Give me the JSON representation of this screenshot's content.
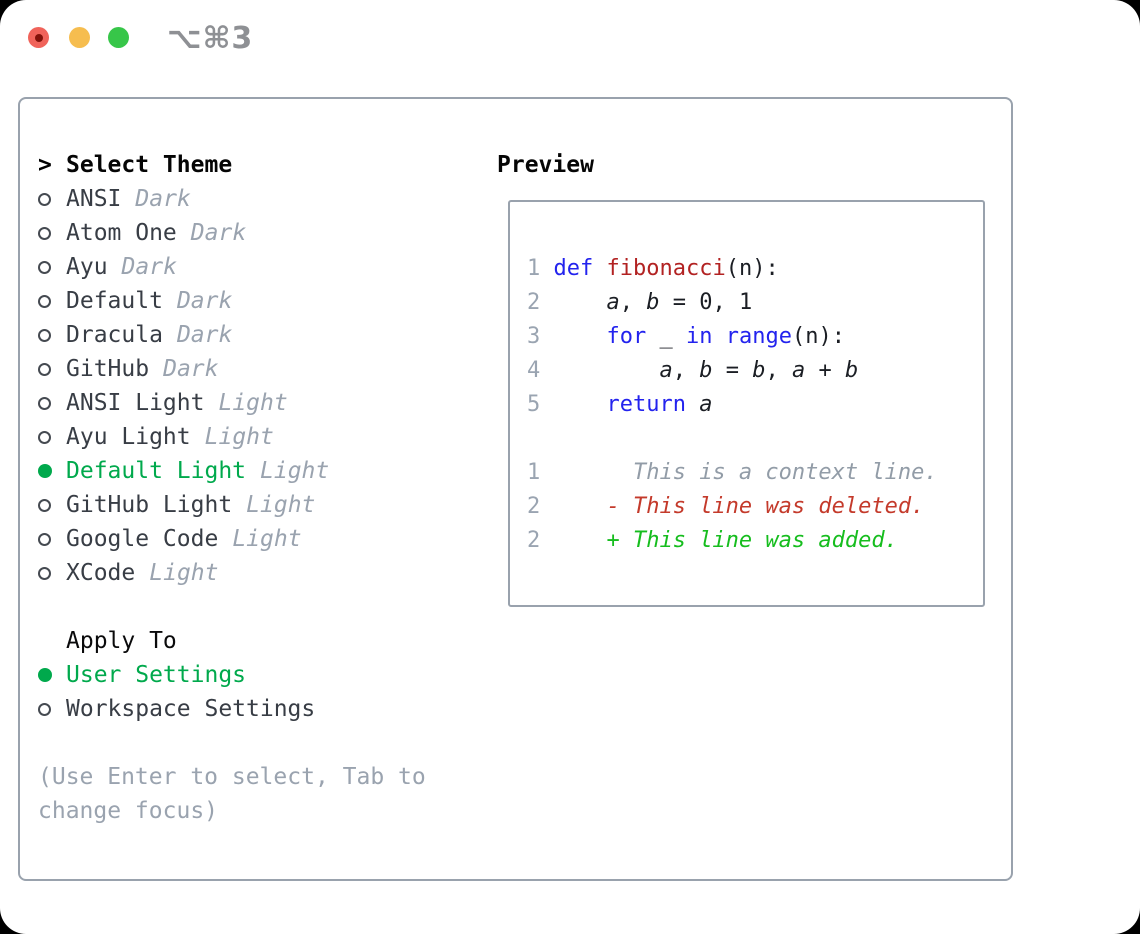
{
  "titlebar": {
    "shortcut": "⌥⌘3"
  },
  "theme_list": {
    "cursor": ">",
    "header": "Select Theme",
    "items": [
      {
        "name": "ANSI",
        "variant": "Dark",
        "selected": false
      },
      {
        "name": "Atom One",
        "variant": "Dark",
        "selected": false
      },
      {
        "name": "Ayu",
        "variant": "Dark",
        "selected": false
      },
      {
        "name": "Default",
        "variant": "Dark",
        "selected": false
      },
      {
        "name": "Dracula",
        "variant": "Dark",
        "selected": false
      },
      {
        "name": "GitHub",
        "variant": "Dark",
        "selected": false
      },
      {
        "name": "ANSI Light",
        "variant": "Light",
        "selected": false
      },
      {
        "name": "Ayu Light",
        "variant": "Light",
        "selected": false
      },
      {
        "name": "Default Light",
        "variant": "Light",
        "selected": true
      },
      {
        "name": "GitHub Light",
        "variant": "Light",
        "selected": false
      },
      {
        "name": "Google Code",
        "variant": "Light",
        "selected": false
      },
      {
        "name": "XCode",
        "variant": "Light",
        "selected": false
      }
    ]
  },
  "apply_to": {
    "header": "Apply To",
    "options": [
      {
        "label": "User Settings",
        "selected": true
      },
      {
        "label": "Workspace Settings",
        "selected": false
      }
    ]
  },
  "hint": "(Use Enter to select, Tab to change focus)",
  "preview": {
    "header": "Preview",
    "code": [
      [
        [
          "num",
          "1"
        ],
        [
          "plain",
          " "
        ],
        [
          "kw",
          "def"
        ],
        [
          "plain",
          " "
        ],
        [
          "fn",
          "fibonacci"
        ],
        [
          "plain",
          "(n):"
        ]
      ],
      [
        [
          "num",
          "2"
        ],
        [
          "plain",
          "     "
        ],
        [
          "var",
          "a"
        ],
        [
          "plain",
          ", "
        ],
        [
          "var",
          "b"
        ],
        [
          "plain",
          " = 0, 1"
        ]
      ],
      [
        [
          "num",
          "3"
        ],
        [
          "plain",
          "     "
        ],
        [
          "kw",
          "for"
        ],
        [
          "plain",
          " _ "
        ],
        [
          "kw",
          "in"
        ],
        [
          "plain",
          " "
        ],
        [
          "kw",
          "range"
        ],
        [
          "plain",
          "(n):"
        ]
      ],
      [
        [
          "num",
          "4"
        ],
        [
          "plain",
          "         "
        ],
        [
          "var",
          "a"
        ],
        [
          "plain",
          ", "
        ],
        [
          "var",
          "b"
        ],
        [
          "plain",
          " = "
        ],
        [
          "var",
          "b"
        ],
        [
          "plain",
          ", "
        ],
        [
          "var",
          "a"
        ],
        [
          "plain",
          " + "
        ],
        [
          "var",
          "b"
        ]
      ],
      [
        [
          "num",
          "5"
        ],
        [
          "plain",
          "     "
        ],
        [
          "kw",
          "return"
        ],
        [
          "plain",
          " "
        ],
        [
          "var",
          "a"
        ]
      ],
      [],
      [
        [
          "num",
          "1"
        ],
        [
          "ctx",
          "       This is a context line."
        ]
      ],
      [
        [
          "num",
          "2"
        ],
        [
          "del",
          "     - This line was deleted."
        ]
      ],
      [
        [
          "num",
          "2"
        ],
        [
          "add",
          "     + This line was added."
        ]
      ]
    ]
  },
  "colors": {
    "selection_green": "#00a94c",
    "added_green": "#16bd1e",
    "deleted_red": "#c43a2b",
    "keyword_blue": "#2323ee",
    "function_red": "#b22222",
    "muted_gray": "#9aa3af",
    "border_gray": "#99a2ad",
    "traffic_red": "#f0635a",
    "traffic_yellow": "#f6bd4f",
    "traffic_green": "#37c649"
  }
}
